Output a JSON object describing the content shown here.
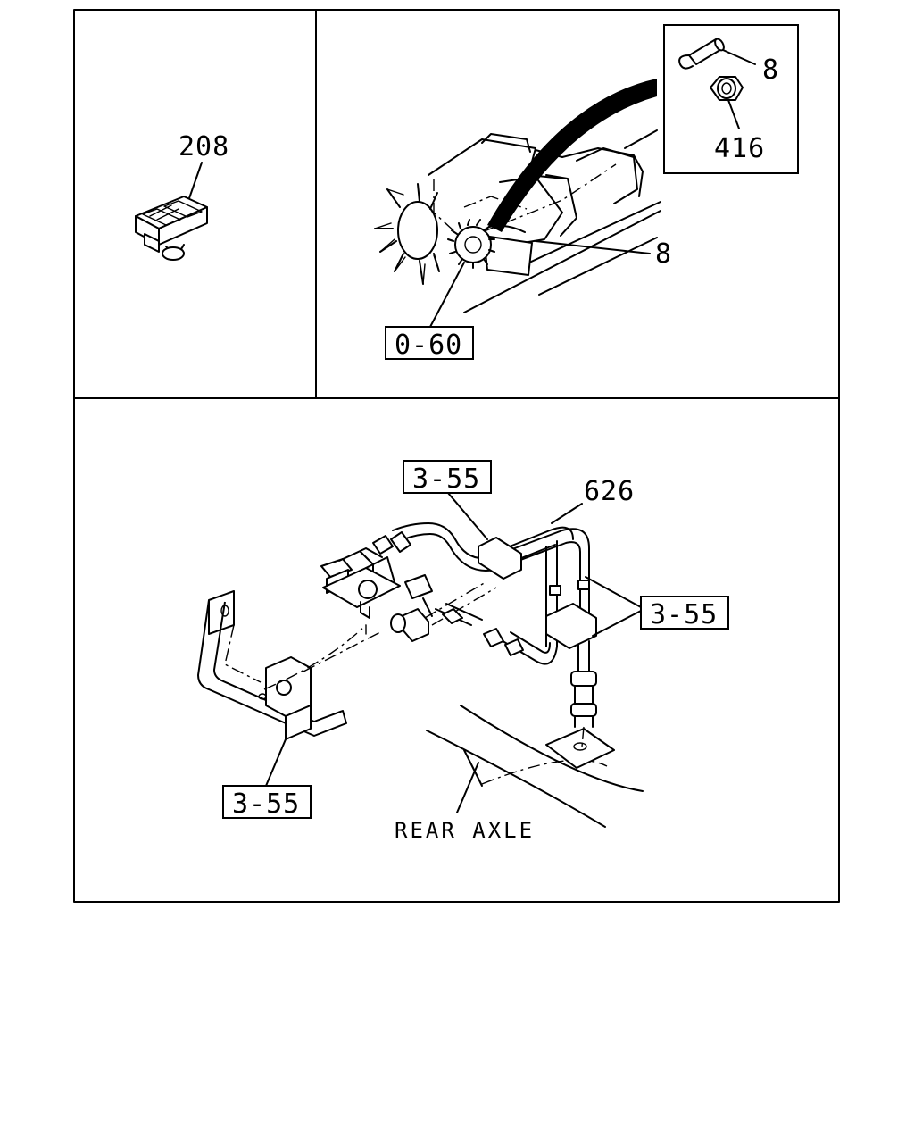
{
  "callouts": {
    "part_208": "208",
    "part_8_inset": "8",
    "part_416": "416",
    "part_8_main": "8",
    "ref_0_60": "0-60",
    "ref_3_55_top": "3-55",
    "part_626": "626",
    "ref_3_55_right": "3-55",
    "ref_3_55_bottom": "3-55",
    "rear_axle": "REAR AXLE"
  }
}
